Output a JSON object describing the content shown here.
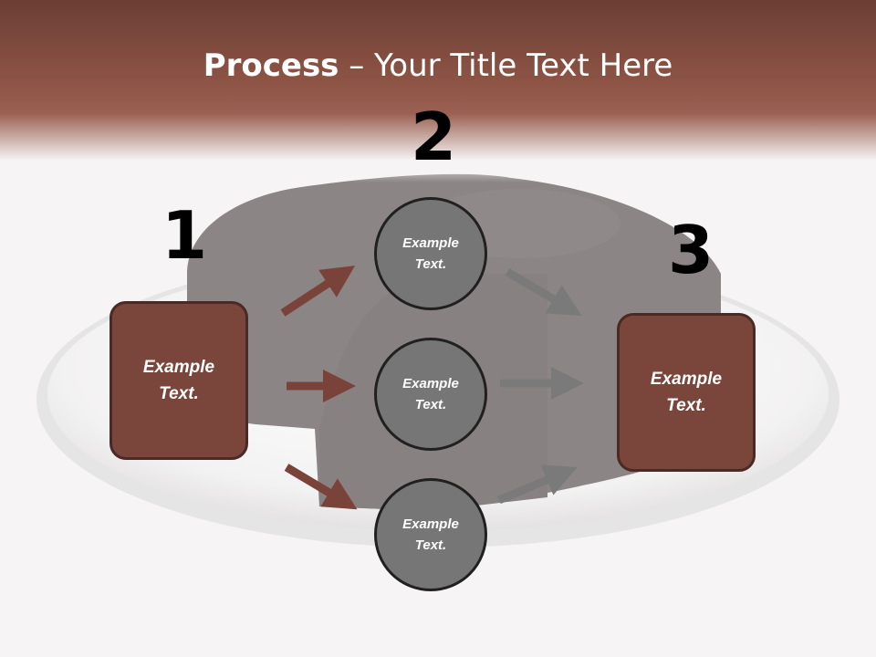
{
  "title": {
    "bold": "Process",
    "rest": " – Your Title Text Here"
  },
  "steps": {
    "one": "1",
    "two": "2",
    "three": "3"
  },
  "left_box": {
    "text": "Example\nText."
  },
  "right_box": {
    "text": "Example\nText."
  },
  "circles": [
    {
      "text": "Example\nText."
    },
    {
      "text": "Example\nText."
    },
    {
      "text": "Example\nText."
    }
  ],
  "colors": {
    "banner": "#8d5445",
    "box": "#7a453b",
    "circle": "#767676",
    "arrow_in": "#7a4339",
    "arrow_out": "#7a7a7a"
  }
}
